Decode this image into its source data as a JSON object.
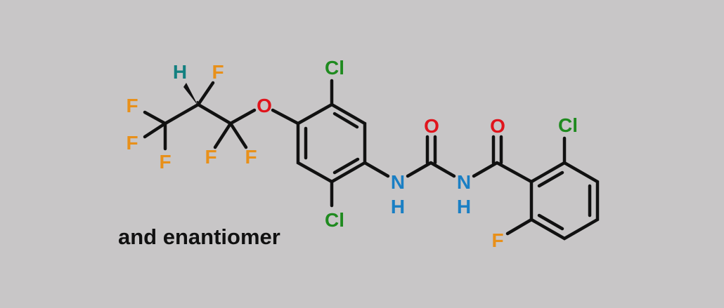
{
  "caption": "and enantiomer",
  "colors": {
    "background": "#c8c6c7",
    "bond": "#111111",
    "chlorine": "#1f8a1f",
    "oxygen": "#e0141c",
    "nitrogen": "#1a7fc4",
    "fluorine": "#e8901a",
    "hydrogen": "#138080"
  },
  "atoms": {
    "h_stereo": "H",
    "f_top": "F",
    "f_left1": "F",
    "f_left2": "F",
    "f_bottom": "F",
    "f_cf2_a": "F",
    "f_cf2_b": "F",
    "o_ether": "O",
    "cl_top": "Cl",
    "cl_bottom": "Cl",
    "n_left": "N",
    "h_n_left": "H",
    "o_urea": "O",
    "n_right": "N",
    "h_n_right": "H",
    "o_amide": "O",
    "cl_benzoyl": "Cl",
    "f_benzoyl": "F"
  }
}
